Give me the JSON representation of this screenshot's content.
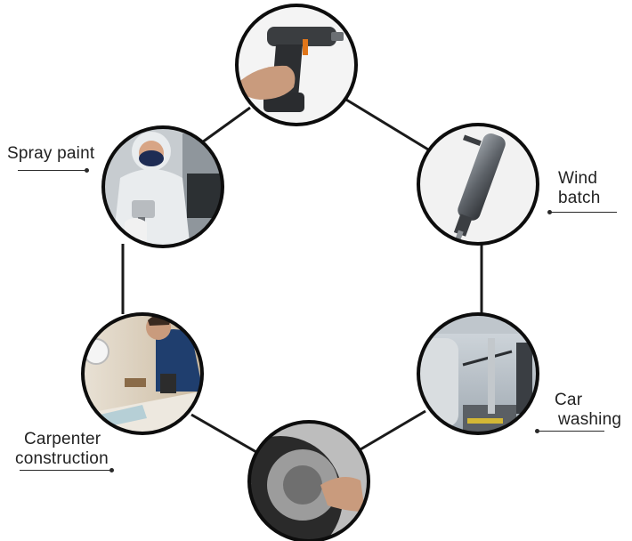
{
  "hub_colors": {
    "ring": "#0d0d0d",
    "connector": "#1a1a1a",
    "label_text": "#222222"
  },
  "photos": [
    {
      "icon": "cordless-drill-in-hand-photo"
    },
    {
      "icon": "pneumatic-wind-screwdriver-photo"
    },
    {
      "icon": "car-wash-spray-photo"
    },
    {
      "icon": "tire-wheel-photo"
    },
    {
      "icon": "carpenter-working-photo"
    },
    {
      "icon": "spray-painter-in-coverall-photo"
    }
  ],
  "labels": {
    "spray_paint": [
      "Spray paint"
    ],
    "wind_batch": [
      "Wind",
      "batch"
    ],
    "car_washing": [
      "Car",
      "washing"
    ],
    "carpenter": [
      "Carpenter",
      "construction"
    ]
  }
}
